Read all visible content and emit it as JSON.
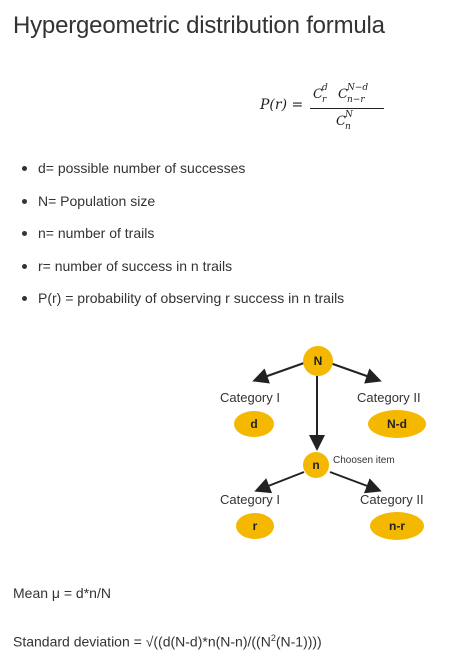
{
  "title": "Hypergeometric distribution formula",
  "formula": {
    "lhs": "P(r) =",
    "num1_base": "C",
    "num1_sup": "d",
    "num1_sub": "r",
    "num2_base": "C",
    "num2_sup": "N−d",
    "num2_sub": "n−r",
    "den_base": "C",
    "den_sup": "N",
    "den_sub": "n"
  },
  "bullets": [
    "d= possible number of successes",
    "N= Population size",
    "n= number of trails",
    "r= number of success in n trails",
    "P(r) = probability of observing r success in n trails"
  ],
  "diagram": {
    "top_node": "N",
    "mid_node": "n",
    "choosen_label": "Choosen item",
    "category1_label": "Category I",
    "category2_label": "Category II",
    "oval_d": "d",
    "oval_nd": "N-d",
    "category1_label_b": "Category I",
    "category2_label_b": "Category II",
    "oval_r": "r",
    "oval_nr": "n-r",
    "accent_color": "#f5b800"
  },
  "mean": "Mean μ = d*n/N",
  "sd_prefix": "Standard deviation = √((d(N-d)*n(N-n)/((N",
  "sd_exp": "2",
  "sd_suffix": "(N-1))))"
}
